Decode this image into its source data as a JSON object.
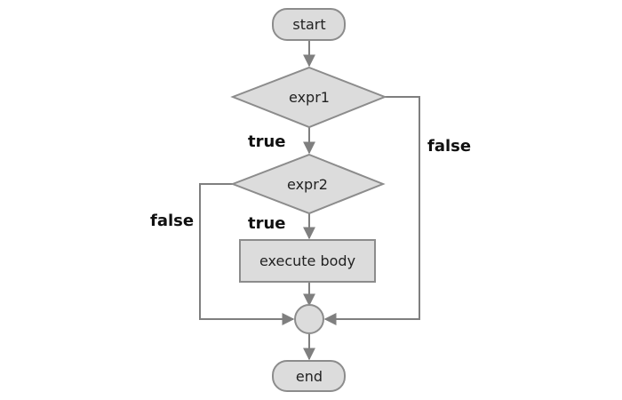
{
  "diagram": {
    "nodes": {
      "start": "start",
      "expr1": "expr1",
      "expr2": "expr2",
      "body": "execute body",
      "end": "end"
    },
    "labels": {
      "expr1_true": "true",
      "expr1_false": "false",
      "expr2_true": "true",
      "expr2_false": "false"
    }
  },
  "colors": {
    "node_fill": "#dcdcdc",
    "node_stroke": "#8c8c8c",
    "edge": "#7f7f7f"
  }
}
